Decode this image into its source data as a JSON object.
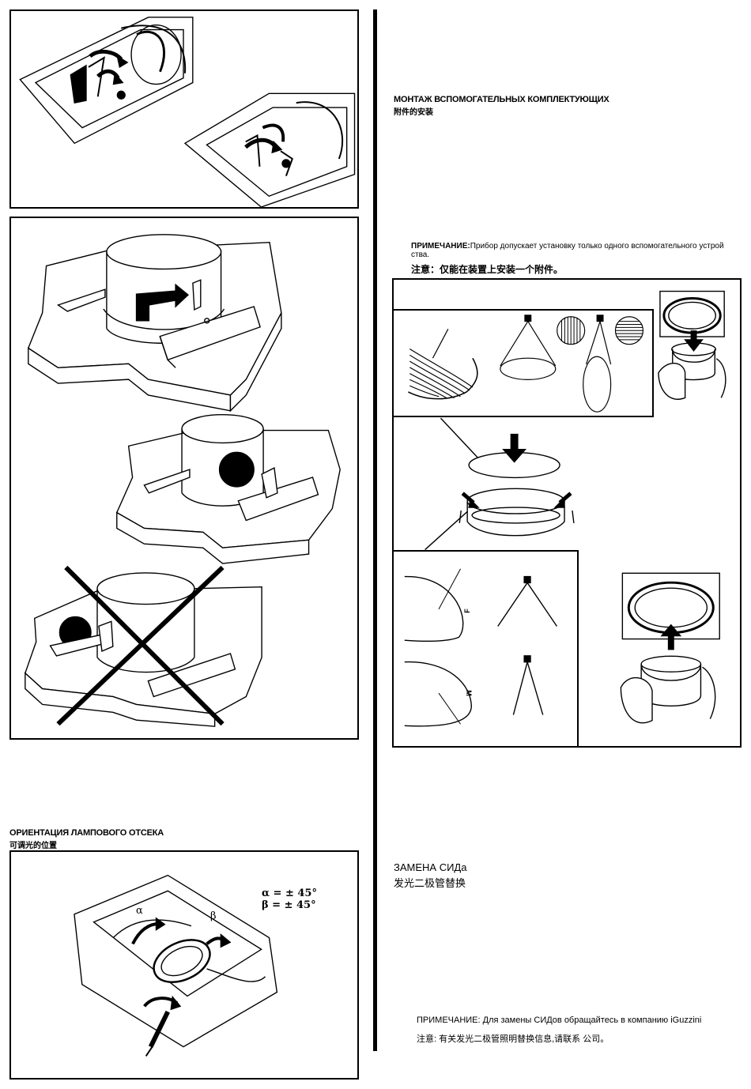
{
  "accessories": {
    "title_ru": "МОНТАЖ ВСПОМОГАТЕЛЬНЫХ КОМПЛЕКТУЮЩИХ",
    "title_cn": "附件的安装",
    "note_label_ru": "ПРИМЕЧАНИЕ:",
    "note_text_ru_line1": "Прибор допускает установку только одного вспомогательного устрой",
    "note_text_ru_line2": "ства.",
    "note_cn": "注意：仅能在装置上安装一个附件。",
    "lens_labels": [
      "F",
      "M"
    ]
  },
  "orientation": {
    "title_ru": "ОРИЕНТАЦИЯ ЛАМПОВОГО ОТСЕКА",
    "title_cn": "可调光的位置",
    "alpha_line": "α = ± 45°",
    "beta_line": "β = ± 45°",
    "alpha_label": "α",
    "beta_label": "β"
  },
  "led_replacement": {
    "title_ru": "ЗАМЕНА СИДа",
    "title_cn": "发光二极管替换",
    "note_ru": "ПРИМЕЧАНИЕ: Для замены СИДов обращайтесь в компанию iGuzzini",
    "note_cn": "注意: 有关发光二极管照明替换信息,请联系            公司。"
  }
}
